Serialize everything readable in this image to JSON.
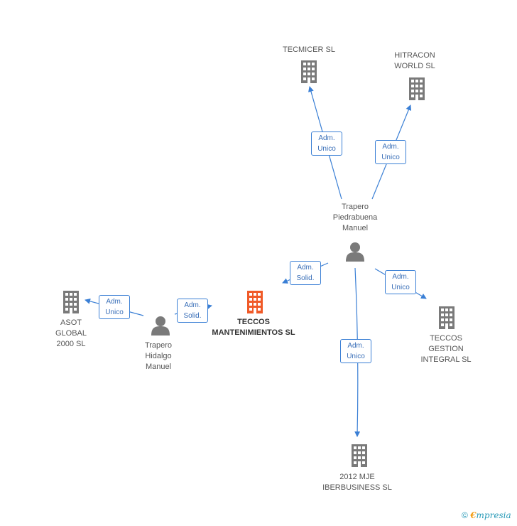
{
  "colors": {
    "edge": "#3a7fd5",
    "node": "#7a7a7a",
    "main": "#f05a28",
    "label_text": "#555555",
    "brand": "#2a9bb8"
  },
  "nodes": [
    {
      "id": "tecmicer",
      "type": "company",
      "label": "TECMICER SL"
    },
    {
      "id": "hitracon",
      "type": "company",
      "label": "HITRACON\nWORLD SL"
    },
    {
      "id": "trapero_p",
      "type": "person",
      "label": "Trapero\nPiedrabuena\nManuel"
    },
    {
      "id": "asot",
      "type": "company",
      "label": "ASOT\nGLOBAL\n2000 SL"
    },
    {
      "id": "trapero_h",
      "type": "person",
      "label": "Trapero\nHidalgo\nManuel"
    },
    {
      "id": "teccos_m",
      "type": "company",
      "label": "TECCOS\nMANTENIMIENTOS SL",
      "main": true
    },
    {
      "id": "teccos_g",
      "type": "company",
      "label": "TECCOS\nGESTION\nINTEGRAL SL"
    },
    {
      "id": "mje",
      "type": "company",
      "label": "2012 MJE\nIBERBUSINESS SL"
    }
  ],
  "edges": [
    {
      "from": "trapero_p",
      "to": "tecmicer",
      "label": "Adm.\nUnico"
    },
    {
      "from": "trapero_p",
      "to": "hitracon",
      "label": "Adm.\nUnico"
    },
    {
      "from": "trapero_p",
      "to": "teccos_m",
      "label": "Adm.\nSolid."
    },
    {
      "from": "trapero_p",
      "to": "teccos_g",
      "label": "Adm.\nUnico"
    },
    {
      "from": "trapero_p",
      "to": "mje",
      "label": "Adm.\nUnico"
    },
    {
      "from": "trapero_h",
      "to": "asot",
      "label": "Adm.\nUnico"
    },
    {
      "from": "trapero_h",
      "to": "teccos_m",
      "label": "Adm.\nSolid."
    }
  ],
  "footer": {
    "copyright": "©",
    "brand_first": "€",
    "brand_rest": "mpresia"
  }
}
